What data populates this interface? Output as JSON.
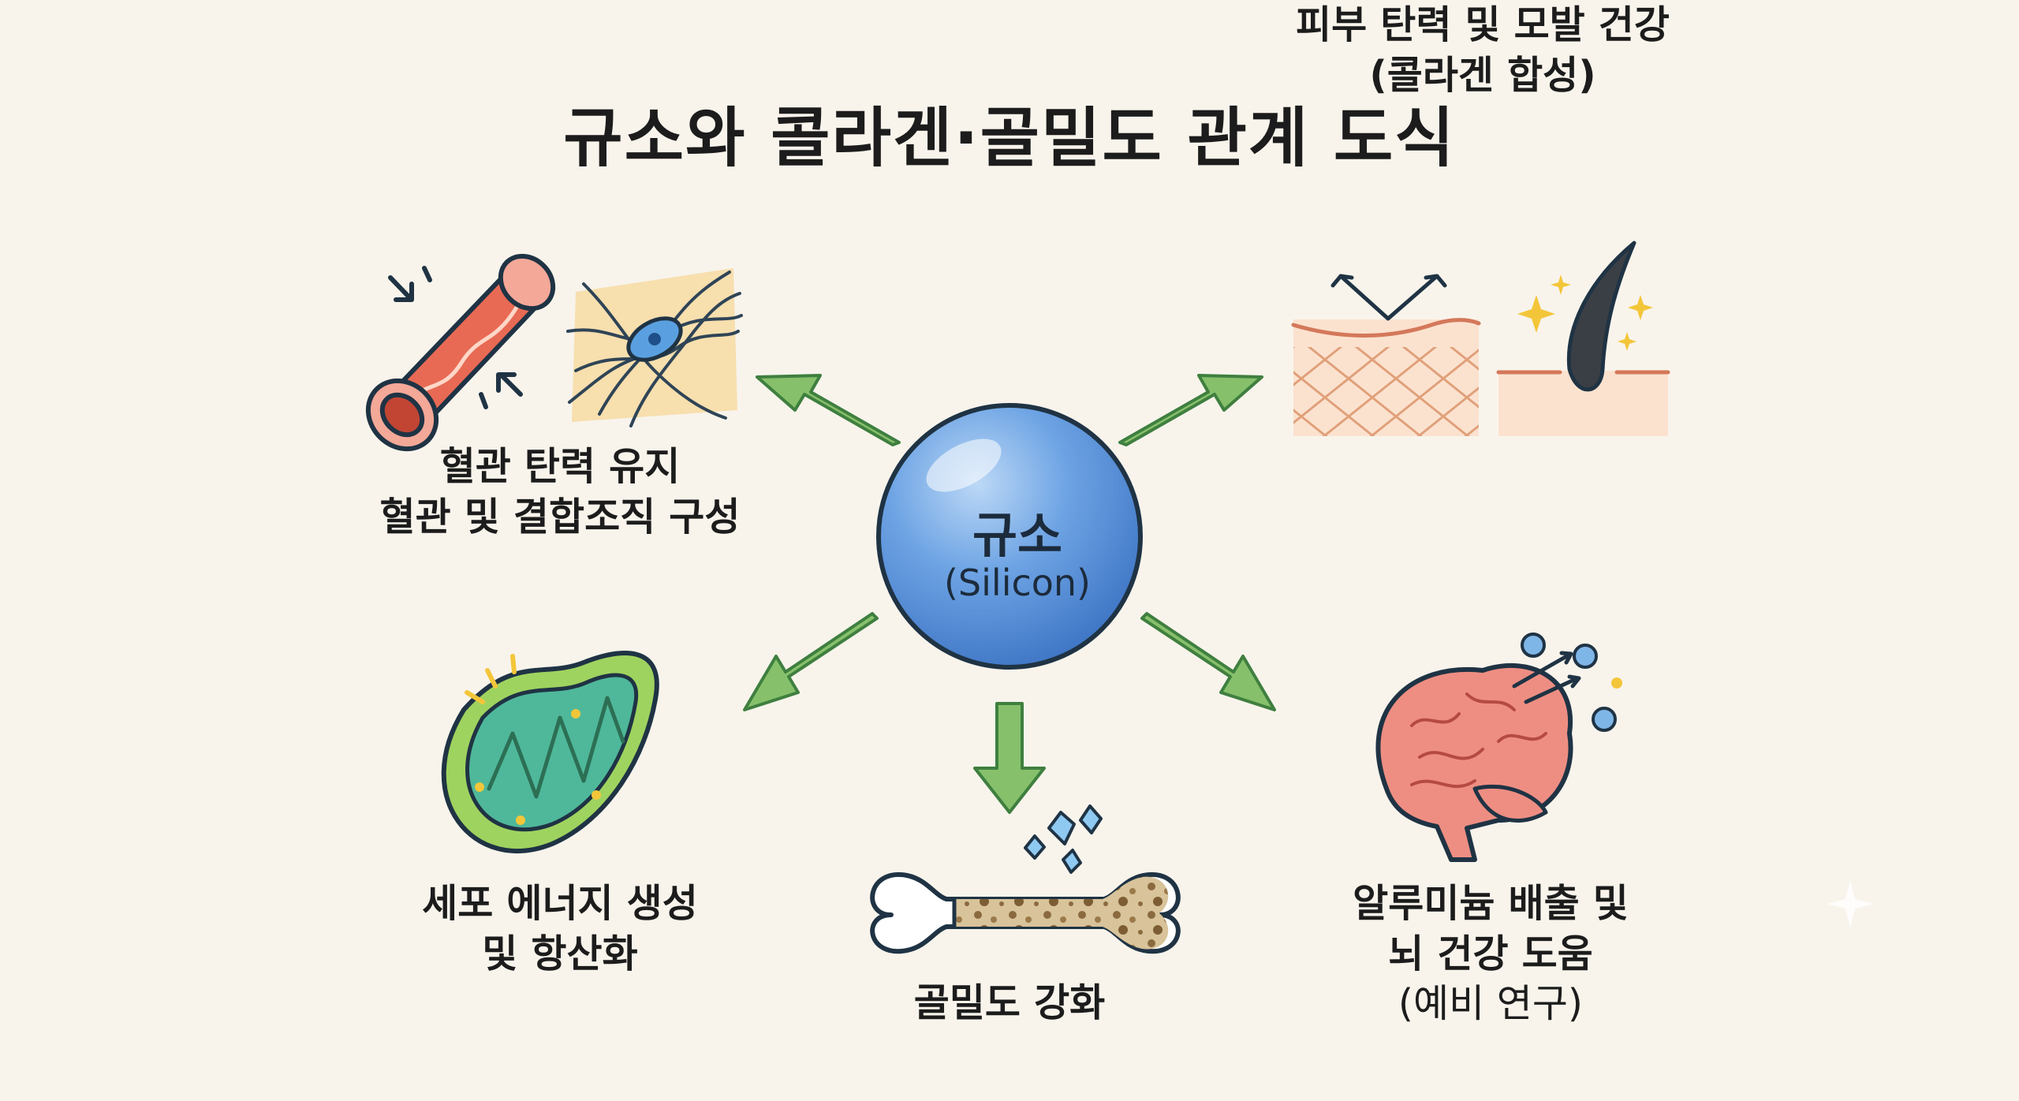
{
  "title": "규소와 콜라겐·골밀도 관계 도식",
  "center": {
    "name": "규소",
    "latin": "(Silicon)"
  },
  "nodes": {
    "vascular": {
      "line1": "혈관 탄력 유지",
      "line2": "혈관 및 결합조직 구성"
    },
    "skin": {
      "line1": "피부 탄력 및 모발 건강",
      "line2": "(콜라겐 합성)"
    },
    "cell": {
      "line1": "세포 에너지 생성",
      "line2": "및 항산화"
    },
    "bone": {
      "line1": "골밀도 강화"
    },
    "brain": {
      "line1": "알루미늄 배출 및",
      "line2": "뇌 건강 도움",
      "line3": "(예비 연구)"
    }
  },
  "colors": {
    "background": "#f8f4ec",
    "sphere": "#5b94d8",
    "arrow": "#86c06b",
    "arrow_stroke": "#3f7f3f",
    "outline": "#1f3344"
  }
}
